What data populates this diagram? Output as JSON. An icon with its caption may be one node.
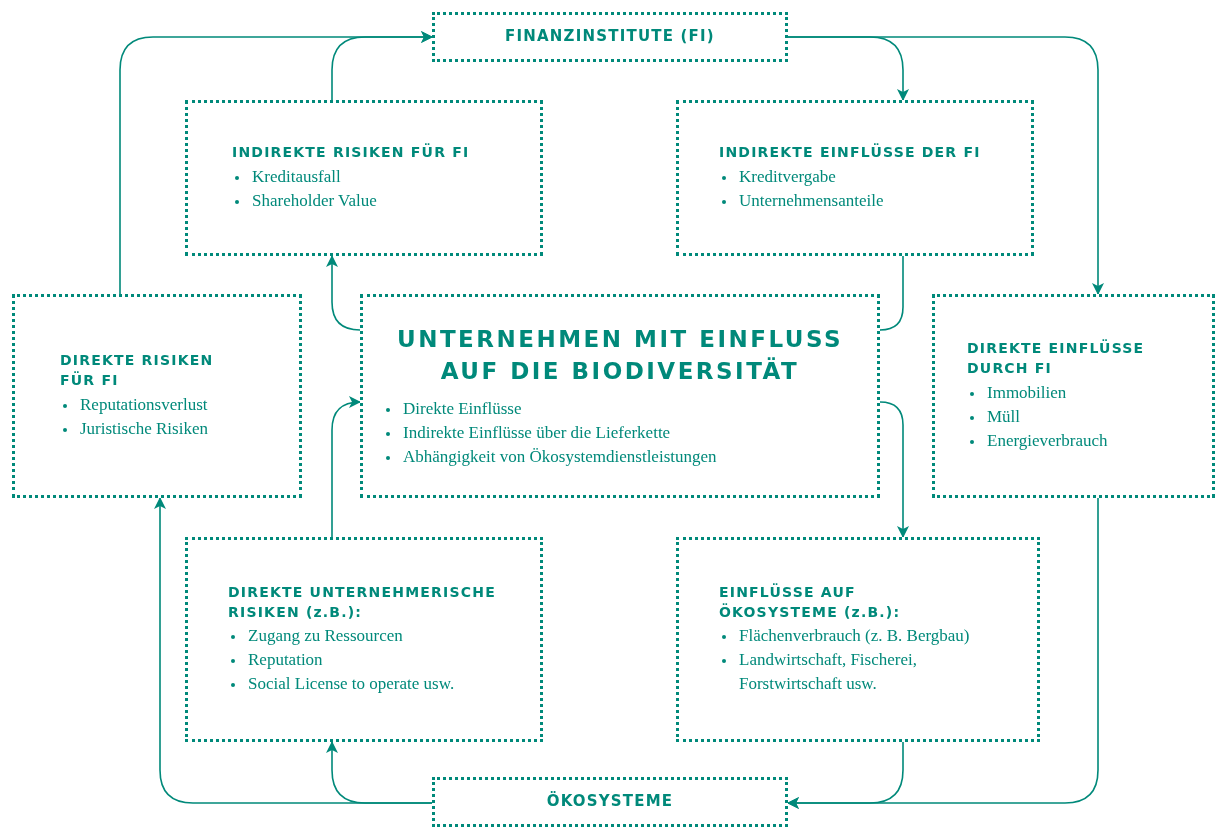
{
  "diagram": {
    "nodes": [
      {
        "text": [
          "FINANZINSTITUTE (FI)"
        ]
      },
      {
        "text": [
          "INDIREKTE RISIKEN FÜR FI",
          "Kreditausfall",
          "Shareholder Value"
        ]
      },
      {
        "text": [
          "INDIREKTE EINFLÜSSE DER FI",
          "Kreditvergabe",
          "Unternehmensanteile"
        ]
      },
      {
        "text": [
          "DIREKTE RISIKEN FÜR FI",
          "Reputationsverlust",
          "Juristische Risiken"
        ]
      },
      {
        "text": [
          "UNTERNEHMEN MIT EINFLUSS AUF DIE BIODIVERSITÄT",
          "Direkte Einflüsse",
          "Indirekte Einflüsse über die Lieferkette",
          "Abhängigkeit von Ökosystemdienstleistungen"
        ]
      },
      {
        "text": [
          "DIREKTE EINFLÜSSE DURCH FI",
          "Immobilien",
          "Müll",
          "Energieverbrauch"
        ]
      },
      {
        "text": [
          "DIREKTE UNTERNEHMERISCHE RISIKEN (z.B.):",
          "Zugang zu Ressourcen",
          "Reputation",
          "Social License to operate usw."
        ]
      },
      {
        "text": [
          "EINFLÜSSE AUF ÖKOSYSTEME (z.B.):",
          "Flächenverbrauch (z. B. Bergbau)",
          "Landwirtschaft, Fischerei, Forstwirtschaft usw."
        ]
      },
      {
        "text": [
          "ÖKOSYSTEME"
        ]
      }
    ],
    "edges": [
      {
        "from": 3,
        "to": 0,
        "arrow": "to"
      },
      {
        "from": 1,
        "to": 0,
        "arrow": "to"
      },
      {
        "from": 0,
        "to": 2,
        "arrow": "to"
      },
      {
        "from": 0,
        "to": 5,
        "arrow": "to"
      },
      {
        "from": 2,
        "to": 4,
        "arrow": "to"
      },
      {
        "from": 4,
        "to": 1,
        "arrow": "to"
      },
      {
        "from": 4,
        "to": 7,
        "arrow": "to"
      },
      {
        "from": 6,
        "to": 4,
        "arrow": "to"
      },
      {
        "from": 5,
        "to": 8,
        "arrow": "to"
      },
      {
        "from": 7,
        "to": 8,
        "arrow": "to"
      },
      {
        "from": 8,
        "to": 6,
        "arrow": "to"
      },
      {
        "from": 8,
        "to": 3,
        "arrow": "to"
      }
    ]
  }
}
